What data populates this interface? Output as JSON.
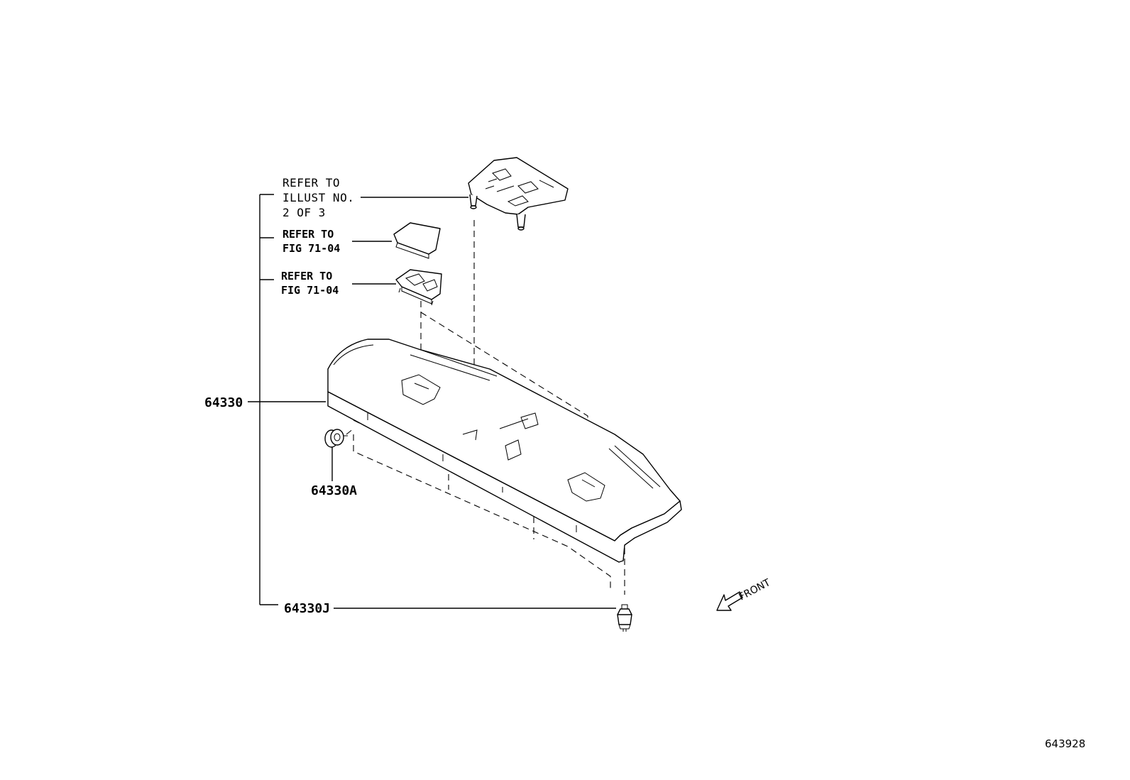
{
  "labels": {
    "refer_illust_line1": "REFER TO",
    "refer_illust_line2": "ILLUST NO.",
    "refer_illust_line3": "2 OF 3",
    "refer_fig_a_line1": "REFER TO",
    "refer_fig_a_line2": "FIG 71-04",
    "refer_fig_b_line1": "REFER TO",
    "refer_fig_b_line2": "FIG 71-04",
    "part_64330": "64330",
    "part_64330A": "64330A",
    "part_64330J": "64330J",
    "front": "FRONT",
    "illustration_code": "643928"
  },
  "icons": {
    "front_arrow": "front-arrow-icon"
  }
}
